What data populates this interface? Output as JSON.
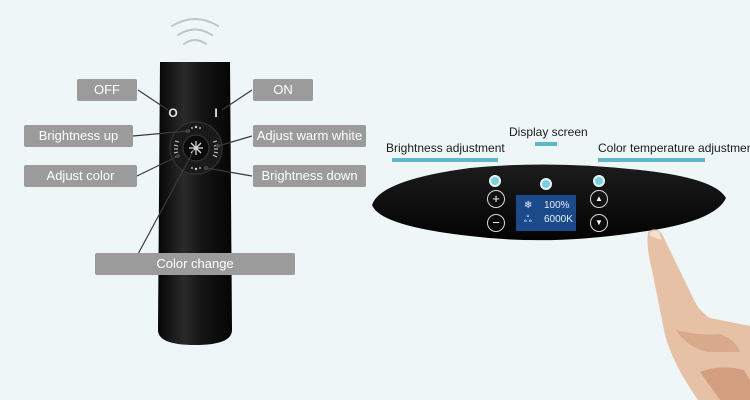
{
  "remote": {
    "labels": {
      "off": "OFF",
      "on": "ON",
      "brightness_up": "Brightness up",
      "adjust_warm_white": "Adjust warm white",
      "adjust_color": "Adjust color",
      "brightness_down": "Brightness down",
      "color_change": "Color change"
    },
    "button_off_symbol": "O",
    "button_on_symbol": "I"
  },
  "panel": {
    "labels": {
      "brightness_adjustment": "Brightness adjustment",
      "display_screen": "Display screen",
      "color_temperature_adjustment": "Color temperature adjustment"
    },
    "buttons": {
      "plus": "+",
      "minus": "−",
      "up": "▲",
      "down": "▼"
    },
    "screen": {
      "brightness": "100%",
      "temperature": "6000K"
    }
  },
  "colors": {
    "background": "#eef6f7",
    "callout": "#9b9b9b",
    "accent_teal": "#5fb8c9",
    "device_black": "#0d0d0d",
    "screen_blue": "#1a4a8a"
  }
}
